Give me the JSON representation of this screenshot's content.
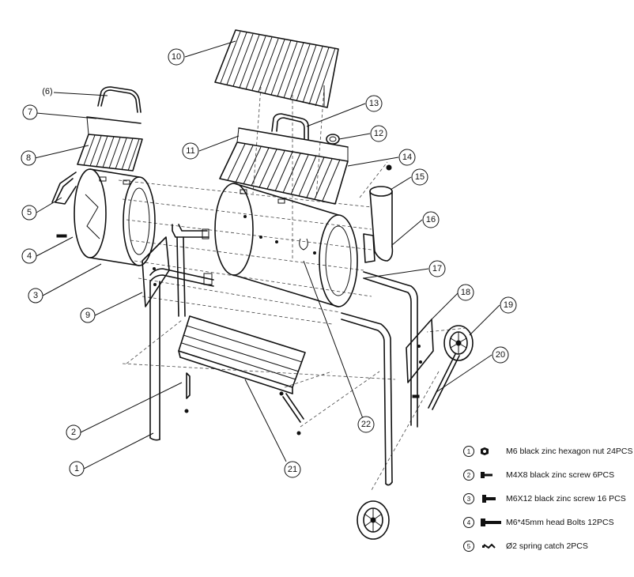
{
  "callouts": [
    {
      "label": "(6)"
    },
    {
      "label": "7"
    },
    {
      "label": "8"
    },
    {
      "label": "5"
    },
    {
      "label": "4"
    },
    {
      "label": "3"
    },
    {
      "label": "9"
    },
    {
      "label": "2"
    },
    {
      "label": "1"
    },
    {
      "label": "10"
    },
    {
      "label": "11"
    },
    {
      "label": "13"
    },
    {
      "label": "12"
    },
    {
      "label": "14"
    },
    {
      "label": "15"
    },
    {
      "label": "16"
    },
    {
      "label": "17"
    },
    {
      "label": "18"
    },
    {
      "label": "19"
    },
    {
      "label": "20"
    },
    {
      "label": "21"
    },
    {
      "label": "22"
    }
  ],
  "legend": [
    {
      "num": "1",
      "text": "M6 black zinc  hexagon nut 24PCS",
      "icon": "hex-nut-icon"
    },
    {
      "num": "2",
      "text": "M4X8 black zinc screw  6PCS",
      "icon": "small-screw-icon"
    },
    {
      "num": "3",
      "text": "M6X12 black zinc screw 16 PCS",
      "icon": "screw-icon"
    },
    {
      "num": "4",
      "text": "M6*45mm head Bolts 12PCS",
      "icon": "bolt-icon"
    },
    {
      "num": "5",
      "text": "Ø2 spring catch 2PCS",
      "icon": "spring-catch-icon"
    }
  ]
}
